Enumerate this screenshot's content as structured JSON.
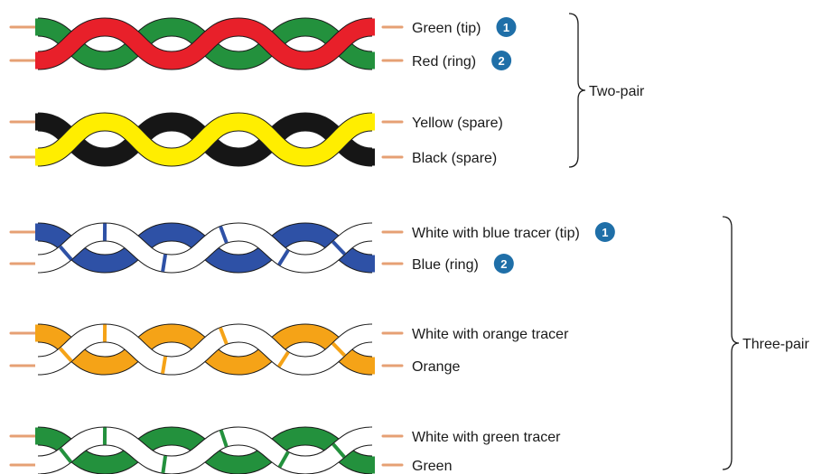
{
  "colors": {
    "green": "#23913d",
    "red": "#e8202a",
    "yellow": "#ffee00",
    "black": "#161616",
    "blue": "#2e51a6",
    "orange": "#f5a317",
    "white": "#ffffff",
    "outline": "#1a1a1a",
    "copper": "#e6a074",
    "badge": "#1f6fa8"
  },
  "groups": [
    {
      "label": "Two-pair",
      "pairs": [
        {
          "front": "red",
          "back": "green",
          "tracer": null,
          "top_label": "Green (tip)",
          "top_badge": "1",
          "bottom_label": "Red (ring)",
          "bottom_badge": "2"
        },
        {
          "front": "yellow",
          "back": "black",
          "tracer": null,
          "top_label": "Yellow (spare)",
          "top_badge": null,
          "bottom_label": "Black (spare)",
          "bottom_badge": null
        }
      ]
    },
    {
      "label": "Three-pair",
      "pairs": [
        {
          "front": "white",
          "back": "blue",
          "tracer": "blue",
          "top_label": "White with blue tracer (tip)",
          "top_badge": "1",
          "bottom_label": "Blue (ring)",
          "bottom_badge": "2"
        },
        {
          "front": "white",
          "back": "orange",
          "tracer": "orange",
          "top_label": "White with orange tracer",
          "top_badge": null,
          "bottom_label": "Orange",
          "bottom_badge": null
        },
        {
          "front": "white",
          "back": "green",
          "tracer": "green",
          "top_label": "White with green tracer",
          "top_badge": null,
          "bottom_label": "Green",
          "bottom_badge": null
        }
      ]
    }
  ]
}
